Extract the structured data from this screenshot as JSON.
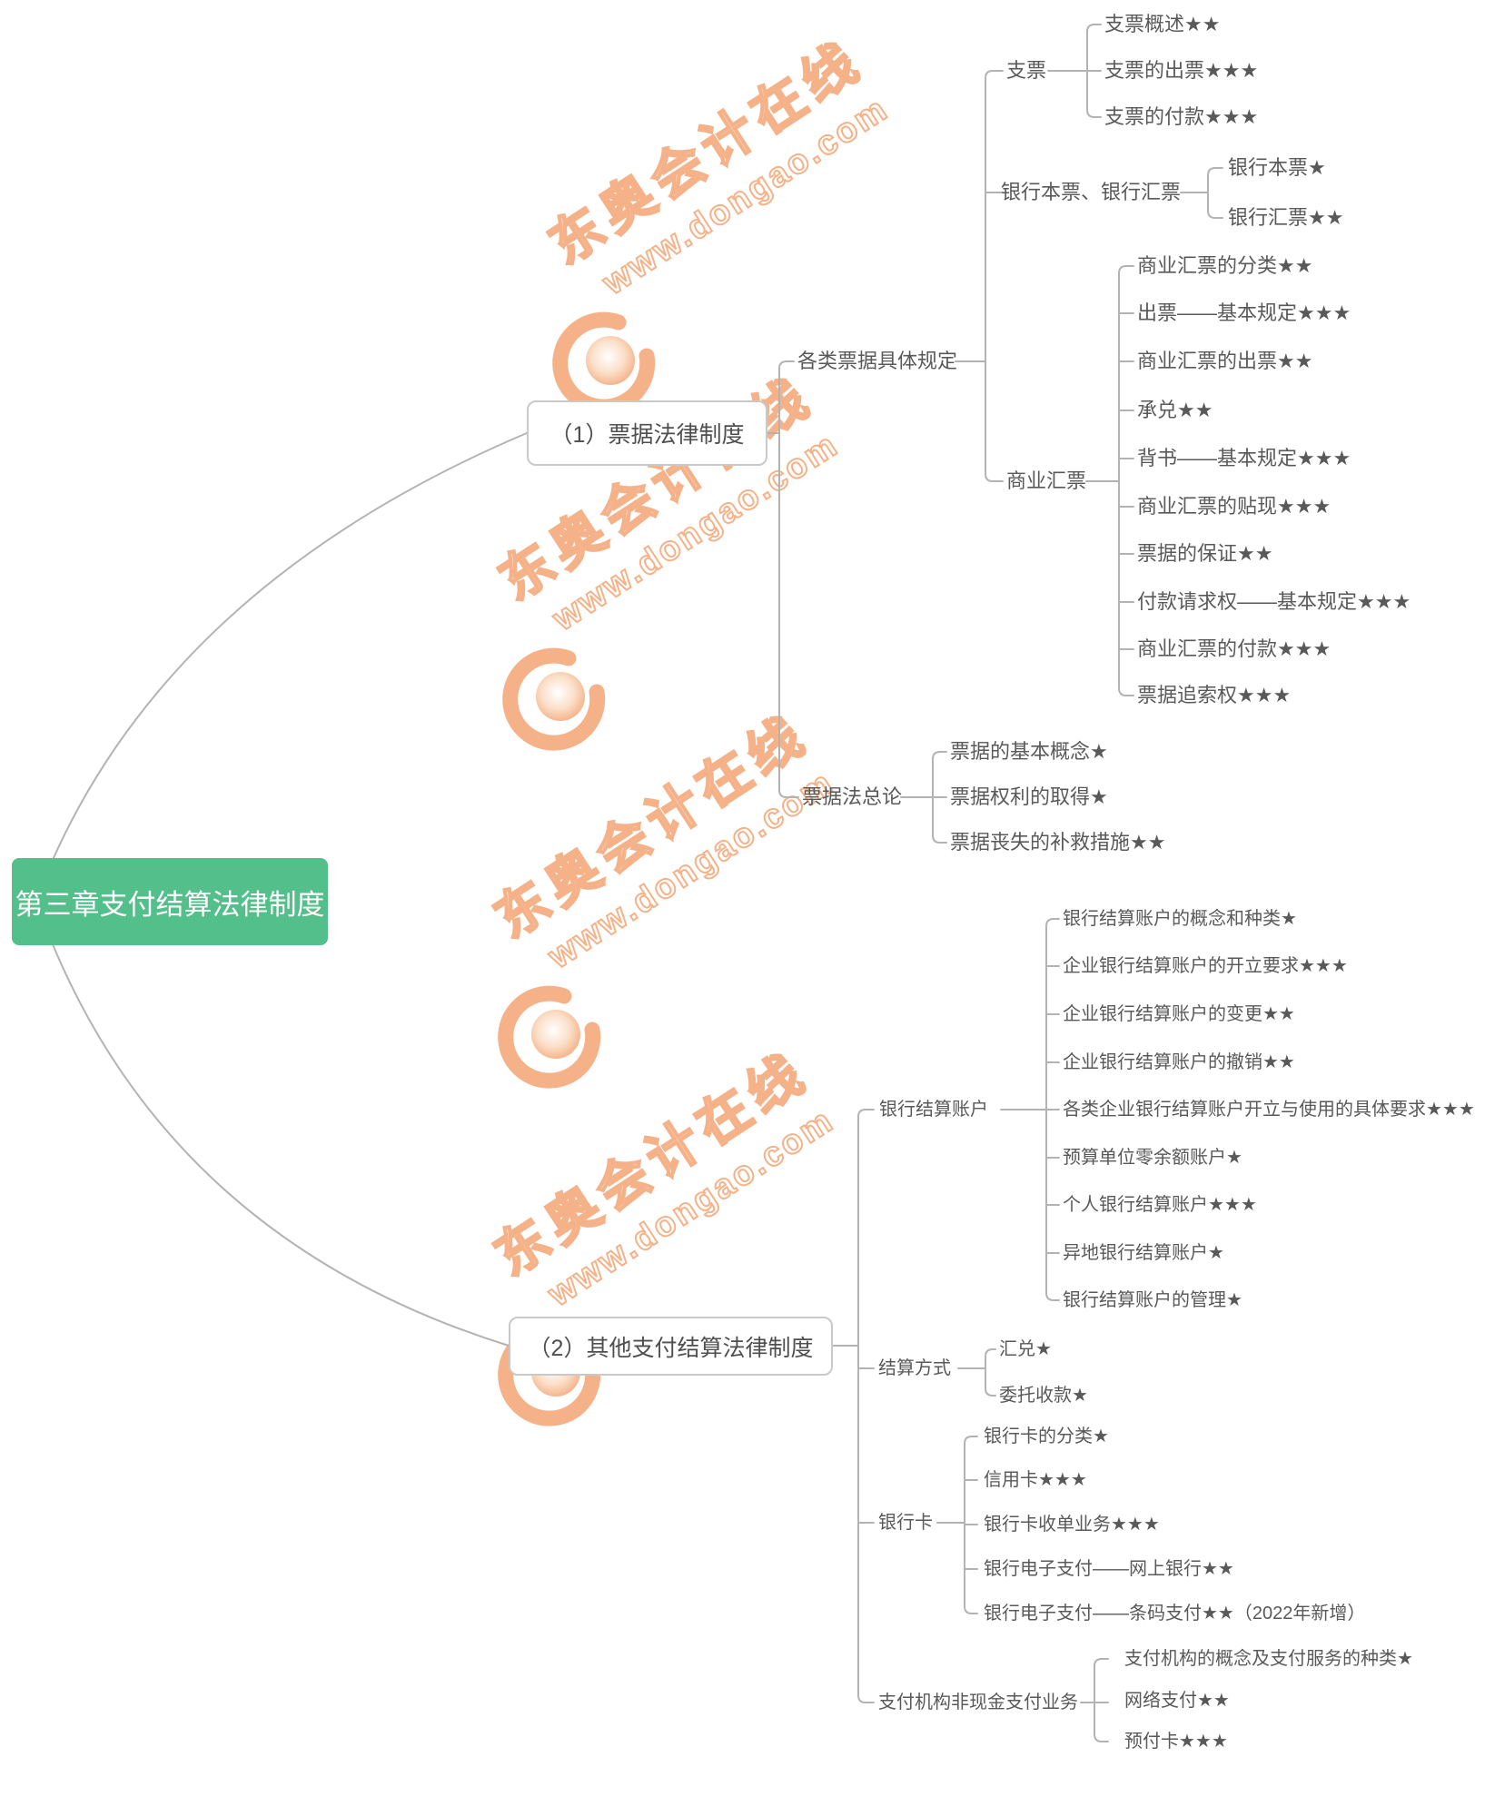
{
  "root": {
    "label": "第三章支付结算法律制度"
  },
  "watermark": {
    "line1": "东奥会计在线",
    "line2": "www.dongao.com"
  },
  "colors": {
    "root_bg": "#53bf8b",
    "line": "#b3b3b3",
    "text": "#595959",
    "box_border": "#c9c9c9",
    "watermark": "#f3a06c"
  },
  "branches": [
    {
      "label": "（1）票据法律制度",
      "children": [
        {
          "label": "各类票据具体规定",
          "children": [
            {
              "label": "支票",
              "children": [
                {
                  "label": "支票概述★★"
                },
                {
                  "label": "支票的出票★★★"
                },
                {
                  "label": "支票的付款★★★"
                }
              ]
            },
            {
              "label": "银行本票、银行汇票",
              "children": [
                {
                  "label": "银行本票★"
                },
                {
                  "label": "银行汇票★★"
                }
              ]
            },
            {
              "label": "商业汇票",
              "children": [
                {
                  "label": "商业汇票的分类★★"
                },
                {
                  "label": "出票——基本规定★★★"
                },
                {
                  "label": "商业汇票的出票★★"
                },
                {
                  "label": "承兑★★"
                },
                {
                  "label": "背书——基本规定★★★"
                },
                {
                  "label": "商业汇票的贴现★★★"
                },
                {
                  "label": "票据的保证★★"
                },
                {
                  "label": "付款请求权——基本规定★★★"
                },
                {
                  "label": "商业汇票的付款★★★"
                },
                {
                  "label": "票据追索权★★★"
                }
              ]
            }
          ]
        },
        {
          "label": "票据法总论",
          "children": [
            {
              "label": "票据的基本概念★"
            },
            {
              "label": "票据权利的取得★"
            },
            {
              "label": "票据丧失的补救措施★★"
            }
          ]
        }
      ]
    },
    {
      "label": "（2）其他支付结算法律制度",
      "children": [
        {
          "label": "银行结算账户",
          "children": [
            {
              "label": "银行结算账户的概念和种类★"
            },
            {
              "label": "企业银行结算账户的开立要求★★★"
            },
            {
              "label": "企业银行结算账户的变更★★"
            },
            {
              "label": "企业银行结算账户的撤销★★"
            },
            {
              "label": "各类企业银行结算账户开立与使用的具体要求★★★"
            },
            {
              "label": "预算单位零余额账户★"
            },
            {
              "label": "个人银行结算账户★★★"
            },
            {
              "label": "异地银行结算账户★"
            },
            {
              "label": "银行结算账户的管理★"
            }
          ]
        },
        {
          "label": "结算方式",
          "children": [
            {
              "label": "汇兑★"
            },
            {
              "label": "委托收款★"
            }
          ]
        },
        {
          "label": "银行卡",
          "children": [
            {
              "label": "银行卡的分类★"
            },
            {
              "label": "信用卡★★★"
            },
            {
              "label": "银行卡收单业务★★★"
            },
            {
              "label": "银行电子支付——网上银行★★"
            },
            {
              "label": "银行电子支付——条码支付★★（2022年新增）"
            }
          ]
        },
        {
          "label": "支付机构非现金支付业务",
          "children": [
            {
              "label": "支付机构的概念及支付服务的种类★"
            },
            {
              "label": "网络支付★★"
            },
            {
              "label": "预付卡★★★"
            }
          ]
        }
      ]
    }
  ]
}
